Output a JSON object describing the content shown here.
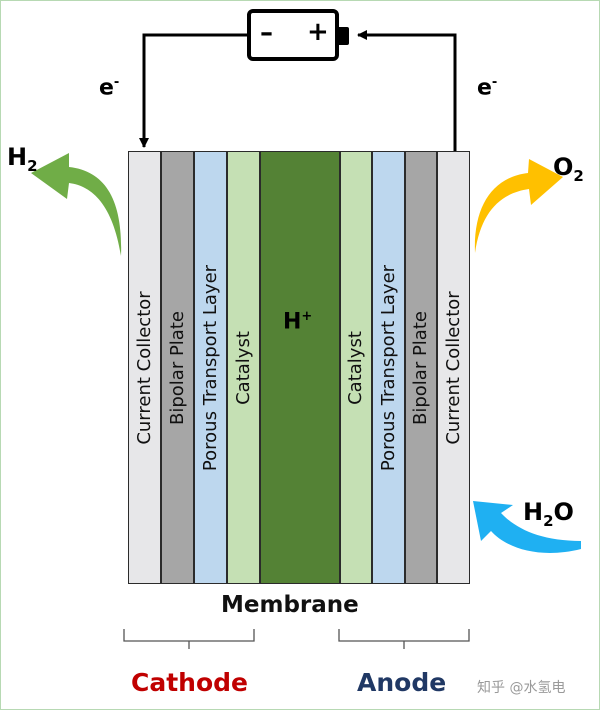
{
  "battery": {
    "minus": "–",
    "plus": "+"
  },
  "electrons": {
    "left": "e",
    "right": "e",
    "superscript": "-"
  },
  "gases": {
    "h2": {
      "main": "H",
      "sub": "2"
    },
    "o2": {
      "main": "O",
      "sub": "2"
    },
    "h2o": {
      "main": "H",
      "sub": "2",
      "end": "O"
    }
  },
  "proton": {
    "main": "H",
    "sup": "+"
  },
  "layers": [
    {
      "label": "Current Collector",
      "color": "#e7e7e9"
    },
    {
      "label": "Bipolar Plate",
      "color": "#a6a6a6"
    },
    {
      "label": "Porous Transport Layer",
      "color": "#bdd7ee"
    },
    {
      "label": "Catalyst",
      "color": "#c5e0b4"
    },
    {
      "label": "",
      "color": "#548235"
    },
    {
      "label": "Catalyst",
      "color": "#c5e0b4"
    },
    {
      "label": "Porous Transport Layer",
      "color": "#bdd7ee"
    },
    {
      "label": "Bipolar Plate",
      "color": "#a6a6a6"
    },
    {
      "label": "Current Collector",
      "color": "#e7e7e9"
    }
  ],
  "membrane_label": "Membrane",
  "electrodes": {
    "cathode": {
      "label": "Cathode",
      "color": "#c00000"
    },
    "anode": {
      "label": "Anode",
      "color": "#203864"
    }
  },
  "arrow_colors": {
    "h2": "#70ad47",
    "o2": "#ffc000",
    "h2o": "#1fb0f2"
  },
  "watermark": "知乎 @水氢电"
}
